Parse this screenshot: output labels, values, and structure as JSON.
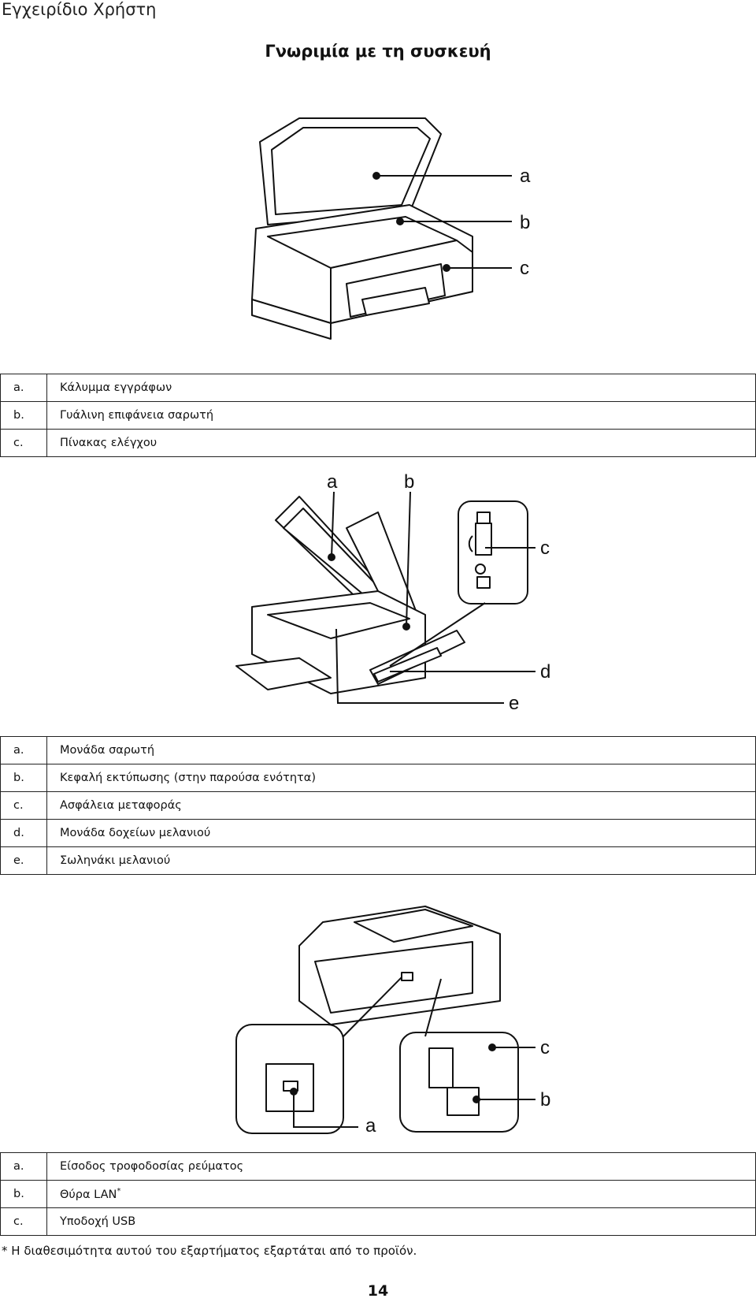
{
  "header": {
    "title": "Εγχειρίδιο Χρήστη"
  },
  "section": {
    "title": "Γνωριμία με τη συσκευή"
  },
  "figure1": {
    "callouts": [
      "a",
      "b",
      "c"
    ],
    "legend": [
      {
        "letter": "a.",
        "text": "Κάλυμμα εγγράφων"
      },
      {
        "letter": "b.",
        "text": "Γυάλινη επιφάνεια σαρωτή"
      },
      {
        "letter": "c.",
        "text": "Πίνακας ελέγχου"
      }
    ]
  },
  "figure2": {
    "callouts": [
      "a",
      "b",
      "c",
      "d",
      "e"
    ],
    "legend": [
      {
        "letter": "a.",
        "text": "Μονάδα σαρωτή"
      },
      {
        "letter": "b.",
        "text": "Κεφαλή εκτύπωσης (στην παρούσα ενότητα)"
      },
      {
        "letter": "c.",
        "text": "Ασφάλεια μεταφοράς"
      },
      {
        "letter": "d.",
        "text": "Μονάδα δοχείων μελανιού"
      },
      {
        "letter": "e.",
        "text": "Σωληνάκι μελανιού"
      }
    ]
  },
  "figure3": {
    "callouts": [
      "a",
      "b",
      "c"
    ],
    "legend": [
      {
        "letter": "a.",
        "text": "Είσοδος τροφοδοσίας ρεύματος",
        "sup": ""
      },
      {
        "letter": "b.",
        "text": "Θύρα LAN",
        "sup": "*"
      },
      {
        "letter": "c.",
        "text": "Υποδοχή USB",
        "sup": ""
      }
    ]
  },
  "footnote": "* Η διαθεσιμότητα αυτού του εξαρτήματος εξαρτάται από το προϊόν.",
  "page_number": "14"
}
